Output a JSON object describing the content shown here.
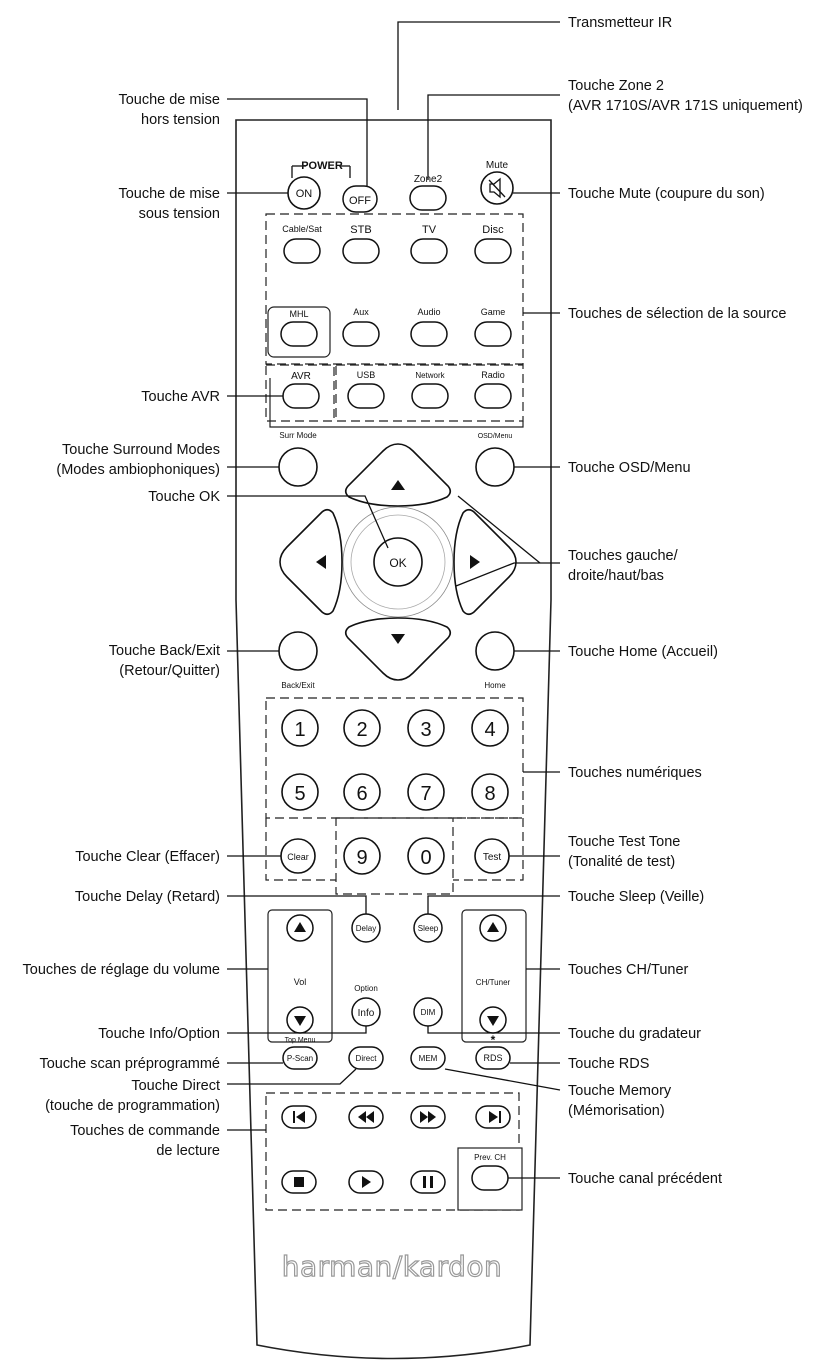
{
  "callouts": {
    "ir_transmitter": [
      "Transmetteur IR"
    ],
    "zone2": [
      "Touche Zone 2",
      "(AVR 1710S/AVR 171S uniquement)"
    ],
    "power_off": [
      "Touche de mise",
      "hors tension"
    ],
    "power_on": [
      "Touche de mise",
      "sous tension"
    ],
    "mute": [
      "Touche Mute (coupure du son)"
    ],
    "source_select": [
      "Touches de sélection de la source"
    ],
    "avr": [
      "Touche AVR"
    ],
    "surround": [
      "Touche Surround Modes",
      "(Modes ambiophoniques)"
    ],
    "osd_menu": [
      "Touche OSD/Menu"
    ],
    "ok": [
      "Touche OK"
    ],
    "arrows": [
      "Touches gauche/",
      "droite/haut/bas"
    ],
    "back_exit": [
      "Touche Back/Exit",
      "(Retour/Quitter)"
    ],
    "home": [
      "Touche Home (Accueil)"
    ],
    "numeric": [
      "Touches numériques"
    ],
    "clear": [
      "Touche Clear (Effacer)"
    ],
    "test_tone": [
      "Touche Test Tone",
      "(Tonalité de test)"
    ],
    "delay": [
      "Touche Delay (Retard)"
    ],
    "sleep": [
      "Touche Sleep (Veille)"
    ],
    "volume": [
      "Touches de réglage du volume"
    ],
    "ch_tuner": [
      "Touches CH/Tuner"
    ],
    "info_option": [
      "Touche Info/Option"
    ],
    "dimmer": [
      "Touche du gradateur"
    ],
    "preset_scan": [
      "Touche scan préprogrammé"
    ],
    "rds": [
      "Touche RDS"
    ],
    "direct": [
      "Touche Direct",
      "(touche de programmation)"
    ],
    "memory": [
      "Touche Memory",
      "(Mémorisation)"
    ],
    "playback": [
      "Touches de commande",
      "de lecture"
    ],
    "prev_channel": [
      "Touche canal précédent"
    ]
  },
  "remote": {
    "power_label": "POWER",
    "on": "ON",
    "off": "OFF",
    "zone2": "Zone2",
    "mute": "Mute",
    "sources": [
      "Cable/Sat",
      "STB",
      "TV",
      "Disc",
      "MHL",
      "Aux",
      "Audio",
      "Game"
    ],
    "avr": "AVR",
    "usb": "USB",
    "network": "Network",
    "radio": "Radio",
    "surr_mode": "Surr Mode",
    "osd_menu": "OSD/Menu",
    "ok": "OK",
    "back_exit": "Back/Exit",
    "home": "Home",
    "digits": [
      "1",
      "2",
      "3",
      "4",
      "5",
      "6",
      "7",
      "8",
      "9",
      "0"
    ],
    "clear": "Clear",
    "test": "Test",
    "delay": "Delay",
    "sleep": "Sleep",
    "vol": "Vol",
    "ch_tuner": "CH/Tuner",
    "option": "Option",
    "info": "Info",
    "dim": "DIM",
    "top_menu": "Top Menu",
    "pscan": "P-Scan",
    "direct": "Direct",
    "mem": "MEM",
    "rds": "RDS",
    "star": "*",
    "prev_ch": "Prev. CH",
    "brand": "harman/kardon"
  },
  "icons": [
    "mute-speaker-icon",
    "up-arrow-icon",
    "down-arrow-icon",
    "left-arrow-icon",
    "right-arrow-icon",
    "skip-previous-icon",
    "rewind-icon",
    "fast-forward-icon",
    "skip-next-icon",
    "stop-icon",
    "play-icon",
    "pause-icon"
  ]
}
